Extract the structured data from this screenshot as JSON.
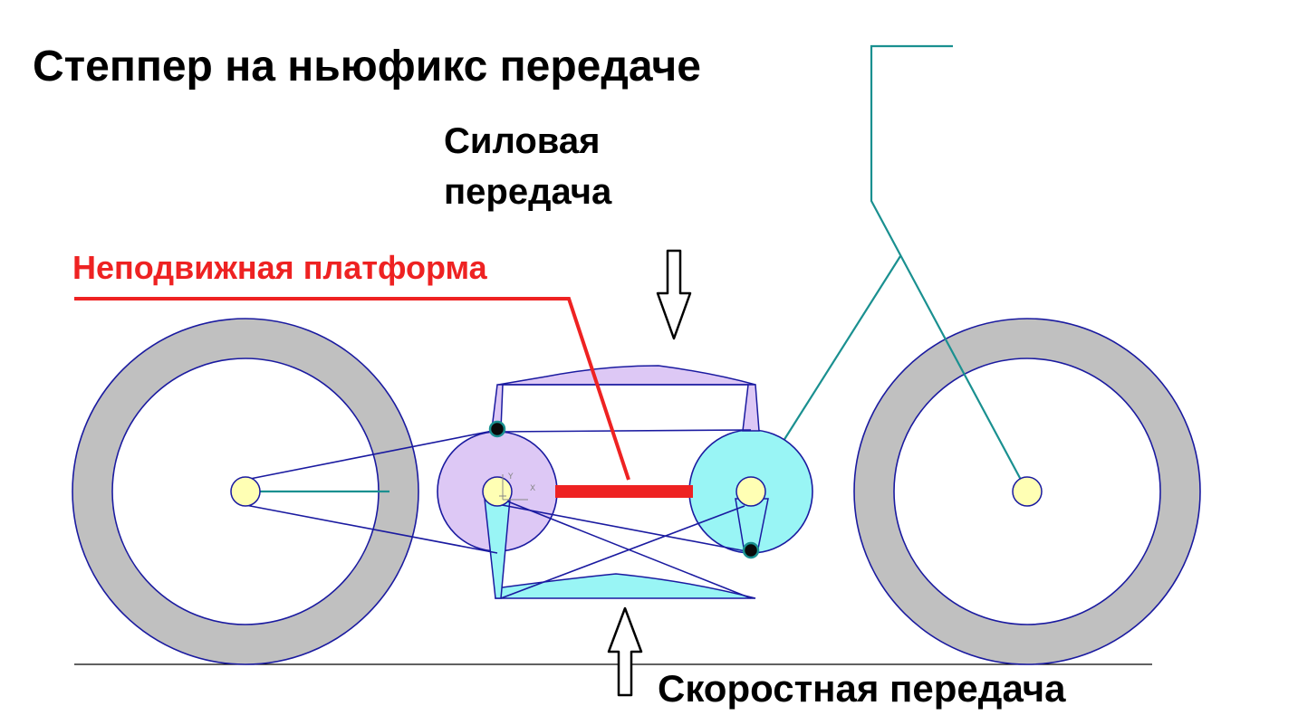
{
  "title": "Степпер на ньюфикс передаче",
  "labels": {
    "power_line1": "Силовая",
    "power_line2": "передача",
    "fixed_platform": "Неподвижная платформа",
    "speed": "Скоростная передача"
  },
  "axis_marks": {
    "y": "Y",
    "x": "X"
  },
  "colors": {
    "wheel_tire": "#c0c0c0",
    "outline": "#1a1aa0",
    "frame_teal": "#1a9090",
    "platform_red": "#ee2222",
    "hub_yellow": "#ffffb4",
    "lilac": "#ddc8f5",
    "cyan": "#99f5f5"
  }
}
